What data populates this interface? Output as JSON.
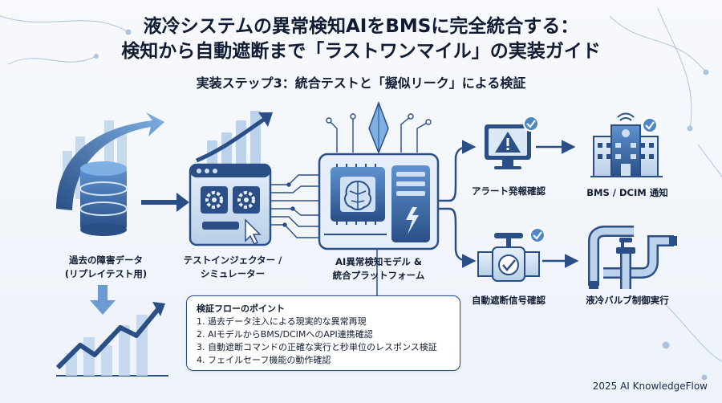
{
  "header": {
    "title_line1": "液冷システムの異常検知AIをBMSに完全統合する：",
    "title_line2": "検知から自動遮断まで「ラストワンマイル」の実装ガイド",
    "subtitle": "実装ステップ3：統合テストと「擬似リーク」による検証"
  },
  "nodes": {
    "historical_data": {
      "line1": "過去の障害データ",
      "line2": "(リプレイテスト用)"
    },
    "test_injector": {
      "line1": "テストインジェクター /",
      "line2": "シミュレーター"
    },
    "ai_platform": {
      "line1": "AI異常検知モデル &",
      "line2": "統合プラットフォーム"
    },
    "alert_check": {
      "label": "アラート発報確認"
    },
    "bms_notify": {
      "label": "BMS / DCIM 通知"
    },
    "shutoff_check": {
      "label": "自動遮断信号確認"
    },
    "valve_exec": {
      "label": "液冷バルブ制御実行"
    }
  },
  "notes": {
    "title": "検証フローのポイント",
    "items": [
      "1. 過去データ注入による現実的な異常再現",
      "2. AIモデルからBMS/DCIMへのAPI連携確認",
      "3. 自動遮断コマンドの正確な実行と秒単位のレスポンス検証",
      "4. フェイルセーフ機能の動作確認"
    ]
  },
  "footer": {
    "credit": "2025 AI KnowledgeFlow"
  },
  "colors": {
    "primary": "#2a4f86",
    "accent": "#4f86c6",
    "light": "#cfe0f2",
    "dark_text": "#0f1c33"
  }
}
